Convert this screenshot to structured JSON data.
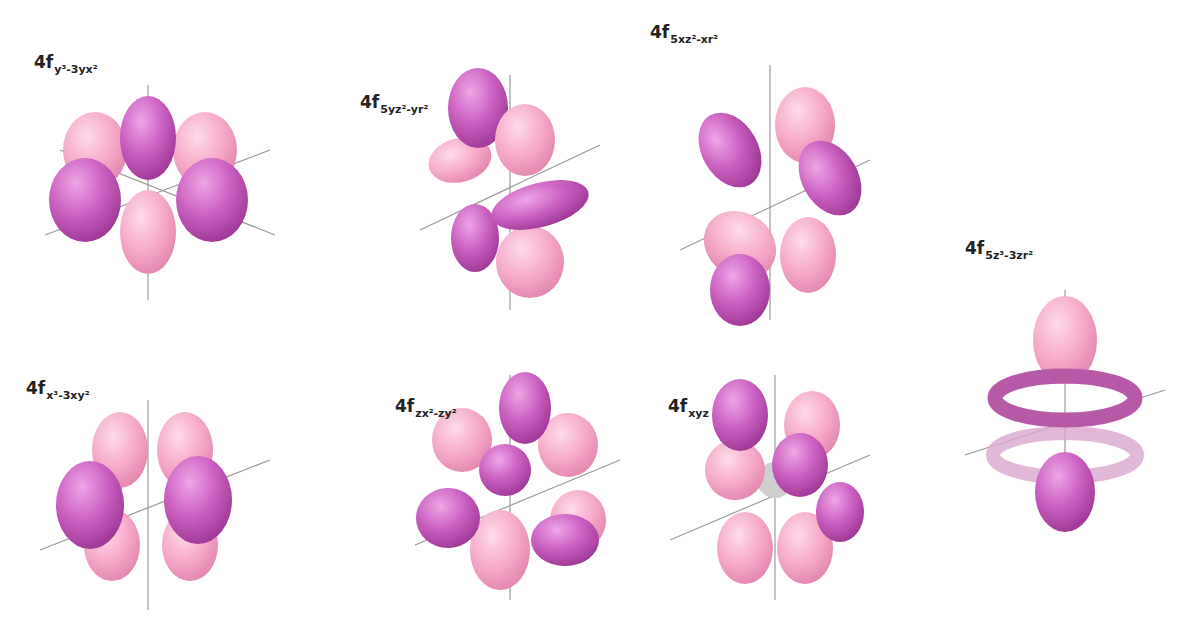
{
  "diagram": {
    "labels": [
      "4f",
      "y³-3yx²",
      "4f",
      "5yz²-yr²",
      "4f",
      "5xz²-xr²",
      "4f",
      "5z³-3zr²",
      "4f",
      "x³-3xy²",
      "4f",
      "zx²-zy²",
      "4f",
      "xyz"
    ]
  }
}
